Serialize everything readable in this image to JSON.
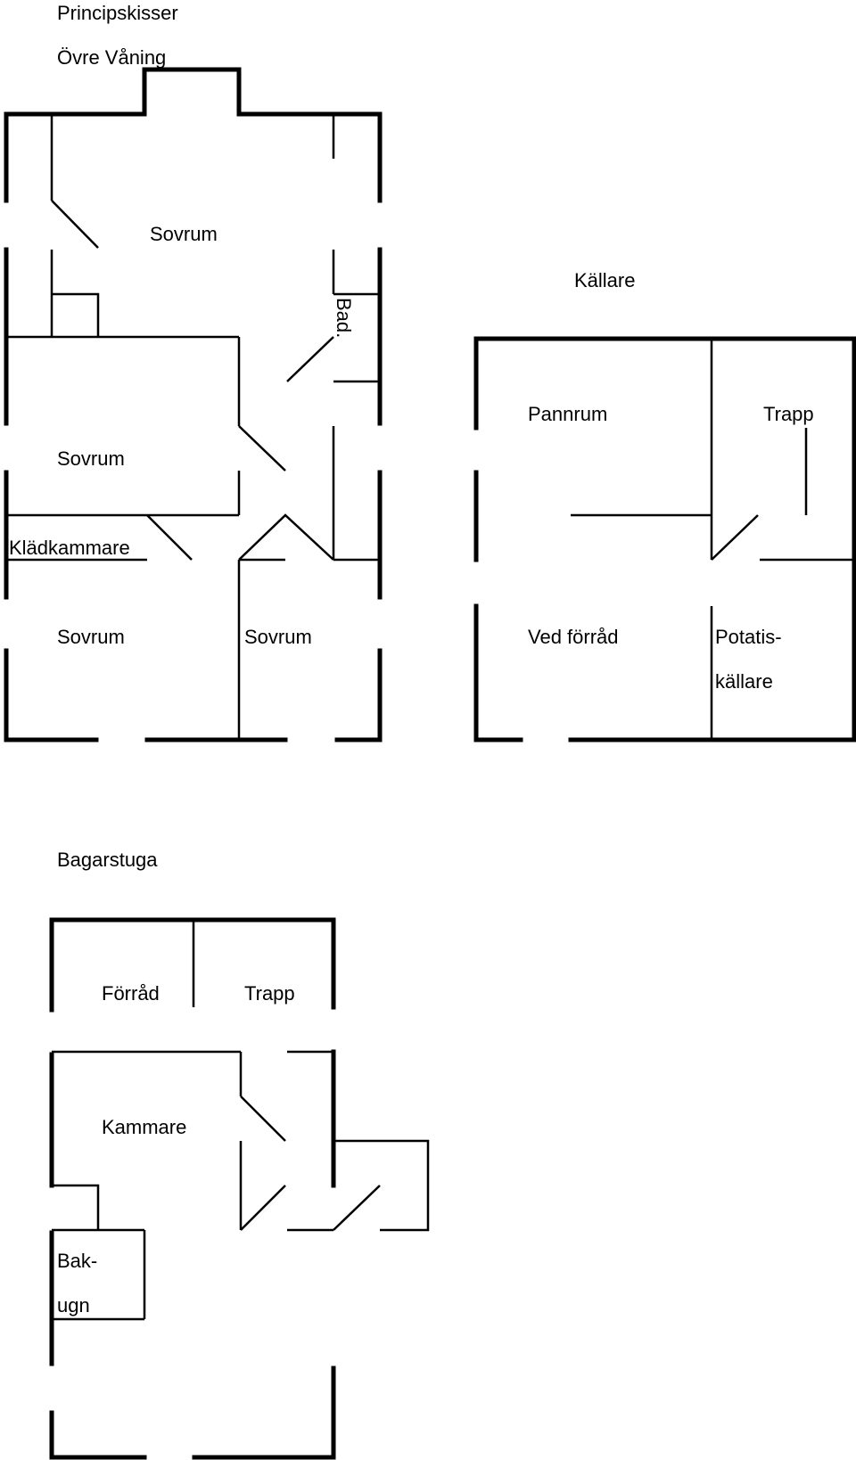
{
  "page": {
    "title": "Principskisser"
  },
  "plans": {
    "upper": {
      "heading": "Övre Våning",
      "rooms": {
        "sovrum_top": "Sovrum",
        "bad": "Bad.",
        "sovrum_left": "Sovrum",
        "kladkammare": "Klädkammare",
        "sovrum_bottom_left": "Sovrum",
        "sovrum_bottom_right": "Sovrum"
      }
    },
    "cellar": {
      "heading": "Källare",
      "rooms": {
        "pannrum": "Pannrum",
        "trapp": "Trapp",
        "vedforrad": "Ved förråd",
        "potatis_1": "Potatis-",
        "potatis_2": "källare"
      }
    },
    "bakehouse": {
      "heading": "Bagarstuga",
      "rooms": {
        "forrad": "Förråd",
        "trapp": "Trapp",
        "kammare": "Kammare",
        "bak_1": "Bak-",
        "bak_2": "ugn"
      }
    }
  },
  "style": {
    "line_color": "#000000",
    "background": "#ffffff"
  }
}
